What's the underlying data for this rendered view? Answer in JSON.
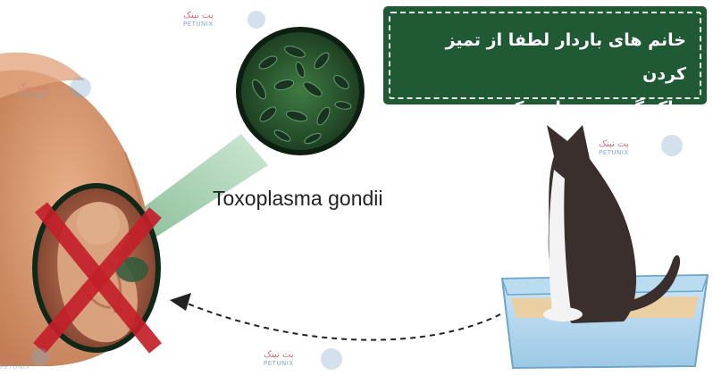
{
  "banner": {
    "line1": "خانم های باردار لطفا از تمیز کردن",
    "line2": "خاک گربه خودداری کنید",
    "background": "#1f5a34"
  },
  "organism": {
    "label": "Toxoplasma gondii"
  },
  "watermark": {
    "brand_fa": "پت نینک",
    "brand_en": "PETUNIX",
    "color_fa": "#d86f7f",
    "color_en": "#7fa8c9"
  },
  "illustration": {
    "subjects": [
      "pregnant-belly",
      "fetus-crossed-out",
      "parasite-magnified-circle",
      "cat-in-litter-box",
      "transmission-arrow"
    ]
  }
}
